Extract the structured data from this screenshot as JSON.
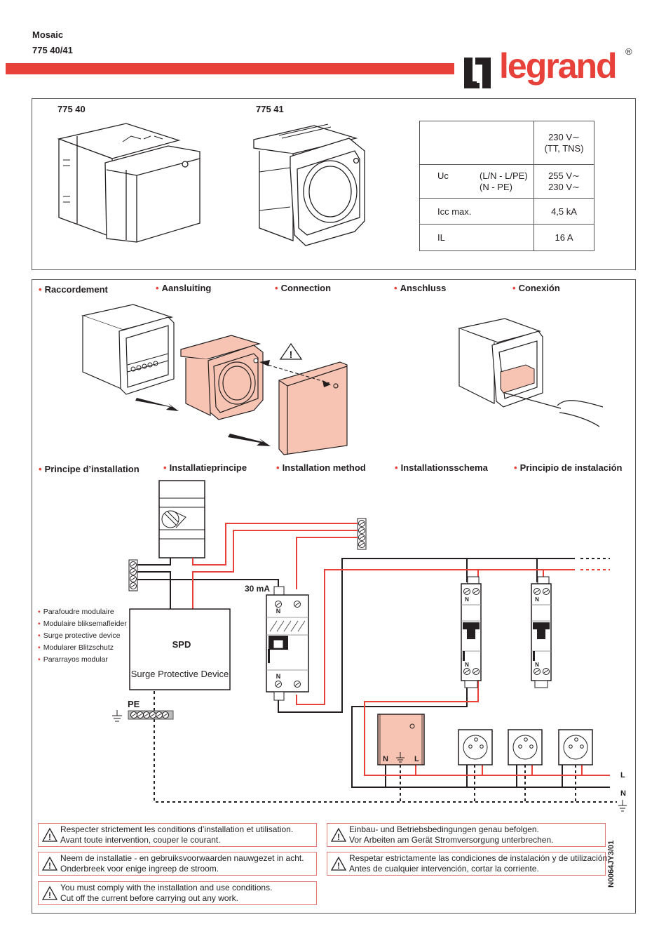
{
  "header": {
    "product_line": "Mosaic",
    "reference": "775 40/41",
    "brand": "legrand",
    "registered_mark": "®",
    "brand_color": "#e8413a"
  },
  "products": [
    {
      "ref": "775 40"
    },
    {
      "ref": "775 41"
    }
  ],
  "specs_table": {
    "rows": [
      {
        "label": "",
        "sub": "",
        "value": "230 V∼\n(TT, TNS)"
      },
      {
        "label": "Uc",
        "sub": "(L/N - L/PE)\n(N - PE)",
        "value": "255 V∼\n230 V∼"
      },
      {
        "label": "Icc max.",
        "sub": "",
        "value": "4,5 kA"
      },
      {
        "label": "IL",
        "sub": "",
        "value": "16 A"
      }
    ]
  },
  "connection_section": {
    "labels": [
      "Raccordement",
      "Aansluiting",
      "Connection",
      "Anschluss",
      "Conexión"
    ]
  },
  "install_section": {
    "labels": [
      "Principe d’installation",
      "Installatieprincipe",
      "Installation method",
      "Installationsschema",
      "Principio de instalación"
    ]
  },
  "diagram": {
    "spd_title": "SPD",
    "spd_name": "Surge Protective Device",
    "rcd_rating": "30 mA",
    "pe_label": "PE",
    "line_label": "L",
    "neutral_label": "N",
    "terminal_n": "N",
    "terminal_l": "L",
    "spd_names": [
      "Parafoudre modulaire",
      "Modulaire bliksemafleider",
      "Surge protective device",
      "Modularer Blitzschutz",
      "Pararrayos modular"
    ],
    "colors": {
      "live": "#e8413a",
      "neutral": "#231f20",
      "device_fill": "#f7c4b3"
    }
  },
  "warnings": [
    {
      "line1": "Respecter strictement les conditions d’installation et utilisation.",
      "line2": "Avant toute intervention, couper le courant."
    },
    {
      "line1": "Neem de installatie - en gebruiksvoorwaarden nauwgezet in acht.",
      "line2": "Onderbreek voor enige ingreep de stroom."
    },
    {
      "line1": "You must comply with the installation and use conditions.",
      "line2": "Cut off the current before carrying out any work."
    },
    {
      "line1": "Einbau- und Betriebsbedingungen genau befolgen.",
      "line2": "Vor Arbeiten am Gerät Stromversorgung unterbrechen."
    },
    {
      "line1": "Respetar estrictamente las condiciones de instalación y de utilización.",
      "line2": "Antes de cualquier intervención, cortar la corriente."
    }
  ],
  "doc_code": "N0064JY3/01"
}
